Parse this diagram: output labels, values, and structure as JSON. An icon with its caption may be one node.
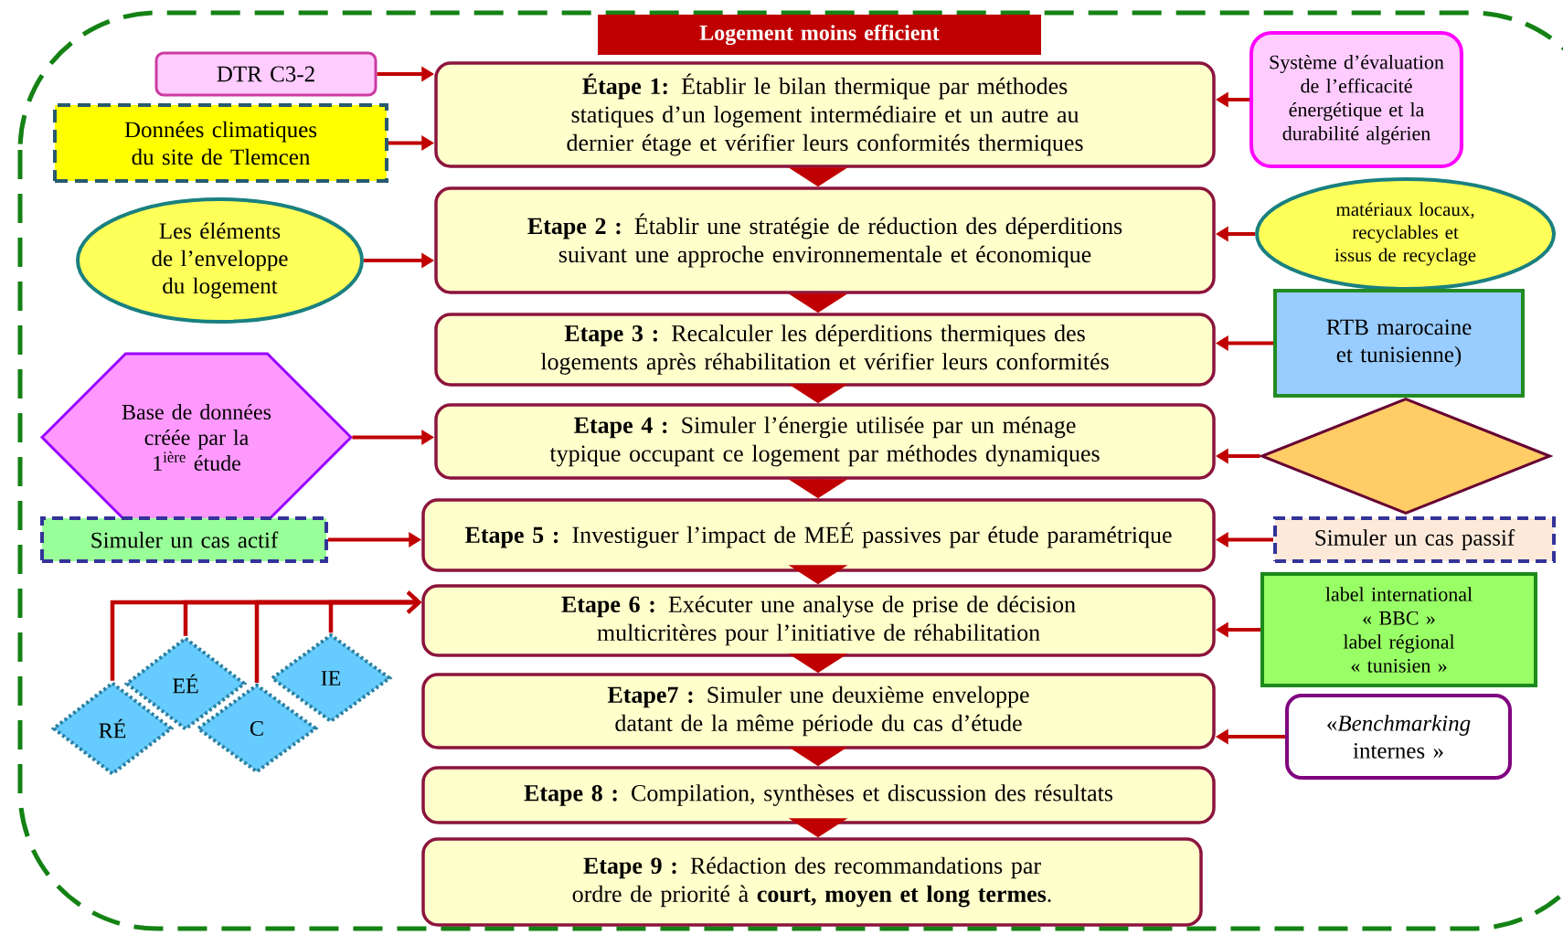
{
  "diagram": {
    "nodes": [
      {
        "text": [
          "Logement moins efficient"
        ]
      },
      {
        "text": [
          "**Étape 1:** Établir le bilan thermique par méthodes statiques d’un logement intermédiaire et un autre au dernier étage et vérifier leurs conformités thermiques"
        ]
      },
      {
        "text": [
          "**Etape 2 :** Établir une stratégie de réduction des déperditions suivant une approche environnementale et économique"
        ]
      },
      {
        "text": [
          "**Etape 3 :** Recalculer les déperditions thermiques des logements après réhabilitation et vérifier leurs conformités"
        ]
      },
      {
        "text": [
          "**Etape 4 :** Simuler l’énergie utilisée par un ménage typique occupant ce logement par méthodes dynamiques"
        ]
      },
      {
        "text": [
          "**Etape 5 :** Investiguer l’impact de MEÉ passives par étude paramétrique"
        ]
      },
      {
        "text": [
          "**Etape 6 :** Exécuter une analyse de prise de décision multicritères pour l’initiative de réhabilitation"
        ]
      },
      {
        "text": [
          "**Etape7 :** Simuler une deuxième enveloppe datant de la même période du cas d’étude"
        ]
      },
      {
        "text": [
          "**Etape 8 :** Compilation, synthèses et discussion des résultats"
        ]
      },
      {
        "text": [
          "**Etape 9 :** Rédaction des recommandations par ordre de priorité à **court, moyen et long termes**."
        ]
      },
      {
        "text": [
          "DTR C3-2"
        ]
      },
      {
        "text": [
          "Données climatiques du site de Tlemcen"
        ]
      },
      {
        "text": [
          "Les éléments de l’enveloppe du logement"
        ]
      },
      {
        "text": [
          "Base de données créée par la 1$^{ière}$ étude"
        ]
      },
      {
        "text": [
          "Simuler un cas actif"
        ]
      },
      {
        "text": [
          "RÉ"
        ]
      },
      {
        "text": [
          "EÉ"
        ]
      },
      {
        "text": [
          "C"
        ]
      },
      {
        "text": [
          "IE"
        ]
      },
      {
        "text": [
          "Système d’évaluation de l’efficacité énergétique et la durabilité algérien"
        ]
      },
      {
        "text": [
          "matériaux locaux, recyclables et issus de recyclage"
        ]
      },
      {
        "text": [
          "RTB marocaine et tunisienne)"
        ]
      },
      {
        "text": [],
        "shape": "diamond"
      },
      {
        "text": [
          "Simuler un cas passif"
        ]
      },
      {
        "text": [
          "label international « BBC »",
          "label régional « tunisien »"
        ]
      },
      {
        "text": [
          "«*Benchmarking* internes »"
        ]
      }
    ],
    "edges": [
      {
        "from": 1,
        "to": 2,
        "arrow": "to",
        "style": "thick"
      },
      {
        "from": 2,
        "to": 3,
        "arrow": "to",
        "style": "thick"
      },
      {
        "from": 3,
        "to": 4,
        "arrow": "to",
        "style": "thick"
      },
      {
        "from": 4,
        "to": 5,
        "arrow": "to",
        "style": "thick"
      },
      {
        "from": 5,
        "to": 6,
        "arrow": "to",
        "style": "thick"
      },
      {
        "from": 6,
        "to": 7,
        "arrow": "to",
        "style": "thick"
      },
      {
        "from": 7,
        "to": 8,
        "arrow": "to",
        "style": "thick"
      },
      {
        "from": 8,
        "to": 9,
        "arrow": "to",
        "style": "thick"
      },
      {
        "from": 10,
        "to": 1,
        "arrow": "to"
      },
      {
        "from": 11,
        "to": 1,
        "arrow": "to"
      },
      {
        "from": 12,
        "to": 2,
        "arrow": "to"
      },
      {
        "from": 13,
        "to": 4,
        "arrow": "to"
      },
      {
        "from": 14,
        "to": 5,
        "arrow": "to"
      },
      {
        "from": 15,
        "to": 6,
        "arrow": "to"
      },
      {
        "from": 16,
        "to": 6,
        "arrow": "to"
      },
      {
        "from": 17,
        "to": 6,
        "arrow": "to"
      },
      {
        "from": 18,
        "to": 6,
        "arrow": "to"
      },
      {
        "from": 19,
        "to": 1,
        "arrow": "to"
      },
      {
        "from": 20,
        "to": 2,
        "arrow": "to"
      },
      {
        "from": 21,
        "to": 3,
        "arrow": "to"
      },
      {
        "from": 22,
        "to": 4,
        "arrow": "to"
      },
      {
        "from": 23,
        "to": 5,
        "arrow": "to"
      },
      {
        "from": 24,
        "to": 6,
        "arrow": "to"
      },
      {
        "from": 25,
        "to": 7,
        "arrow": "to"
      }
    ]
  }
}
